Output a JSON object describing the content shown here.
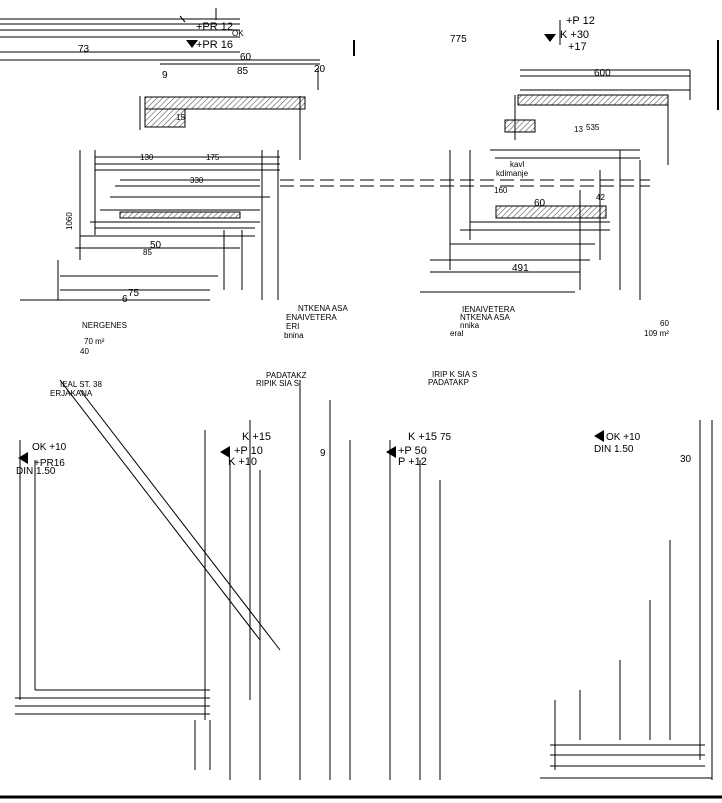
{
  "labels": {
    "left_top_level": "+PR 12",
    "left_top_level2": "+PR 16",
    "left_ok": "OK",
    "left_top_dim": "73",
    "left_dim_85": "85",
    "left_dim_20": "20",
    "left_dim_60": "60",
    "left_dim_9": "9",
    "left_dim_175": "175",
    "left_dim_330": "330",
    "left_dim_130": "130",
    "left_dim_50": "50",
    "left_dim_75": "75",
    "left_dim_6": "6",
    "left_dim_40": "40",
    "left_dim_1060": "1060",
    "left_dim_15": "15",
    "left_area": "70 m²",
    "left_area2": "40",
    "left_note1": "IEAL ST. 38",
    "left_note2": "ERJAKANA",
    "left_note3": "NERGENES",
    "center_text1": "NTKENA ASA",
    "center_text2": "ENAIVETERA",
    "center_text3": "ERI",
    "center_text4": "bnina",
    "center_pad1": "PADATAKZ",
    "center_pad2": "RIPIK SIA S",
    "right_top_level": "+P 12",
    "right_top_level2": "K +30",
    "right_top_level3": "+17",
    "right_dim_775": "775",
    "right_dim_600": "600",
    "right_dim_491": "491",
    "right_dim_60": "60",
    "right_dim_42": "42",
    "right_dim_13": "13",
    "right_dim_160": "160",
    "right_dim_535": "535",
    "right_text1": "IENAIVETERA",
    "right_text2": "NTKENA ASA",
    "right_text3": "nnika",
    "right_text4": "eral",
    "right_pad1": "IRIP K SIA S",
    "right_pad2": "PADATAKP",
    "right_area": "109 m²",
    "right_area_dim": "60",
    "right_dim_30": "30",
    "right_kavl": "kavl",
    "right_kdimanje": "kdimanje",
    "lower_left_lvl1": "OK +10",
    "lower_left_lvl2": "DIN 1.50",
    "lower_left_lvl3": "+PR16",
    "lower_c1_lvl1": "K +15",
    "lower_c1_lvl2": "+P 10",
    "lower_c1_lvl3": "K +10",
    "lower_c1_dim": "9",
    "lower_c2_lvl1": "K +15",
    "lower_c2_lvl2": "+P 50",
    "lower_c2_lvl3": "P +12",
    "lower_c2_dim": "75",
    "lower_r_lvl1": "OK +10",
    "lower_r_lvl2": "DIN 1.50",
    "lower_r_dim": "30"
  },
  "colors": {
    "ink": "#000000",
    "hatch": "#555555",
    "paper": "#ffffff"
  }
}
